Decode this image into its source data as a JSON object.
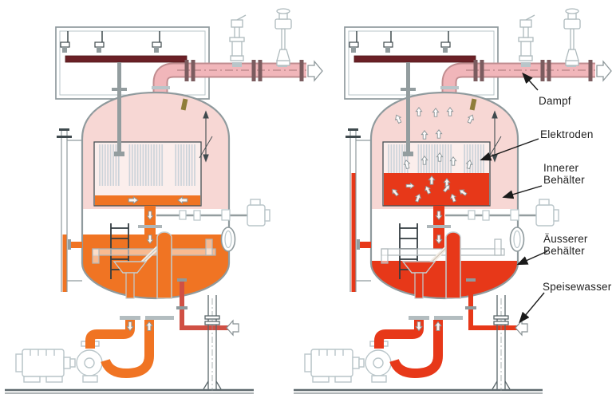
{
  "labels": {
    "dampf": "Dampf",
    "elektroden": "Elektroden",
    "innerer_behaelter": [
      "Innerer",
      "Behälter"
    ],
    "aeusserer_behaelter": [
      "Äusserer",
      "Behälter"
    ],
    "speisewasser": "Speisewasser"
  },
  "colors": {
    "steam_pink": "#f7d7d4",
    "inner_vessel_bg": "#fbeeec",
    "electrode_stripe": "#ccd3da",
    "pipe_pink": "#f1b6ba",
    "pipe_pink_outline": "#c08d90",
    "pipe_flange": "#7b5c5f",
    "busbar_maroon": "#6b2026",
    "water_orange": "#f07423",
    "water_red": "#e73819",
    "feedwater_salmon": "#d05044",
    "shell_gray": "#8f9a9d",
    "equipment_gray": "#b9c5c9",
    "detail_dark": "#3f4a4e",
    "ground_gray": "#5f6a6e",
    "rod_gray": "#939d9f",
    "dome_fitting_olive": "#8f7d3a",
    "label_text": "#1f1f1f"
  },
  "units": [
    {
      "name": "boiler-part-load",
      "water": "#f07423",
      "feed": "#d05044",
      "inner_level": 245,
      "outer_level": 294,
      "gauge_level": 294,
      "steam_arrows": false,
      "band_arrows": true
    },
    {
      "name": "boiler-full-load",
      "water": "#e73819",
      "feed": "#e73819",
      "inner_level": 217,
      "outer_level": 327,
      "gauge_level": 217,
      "steam_arrows": true,
      "band_arrows": false
    }
  ]
}
